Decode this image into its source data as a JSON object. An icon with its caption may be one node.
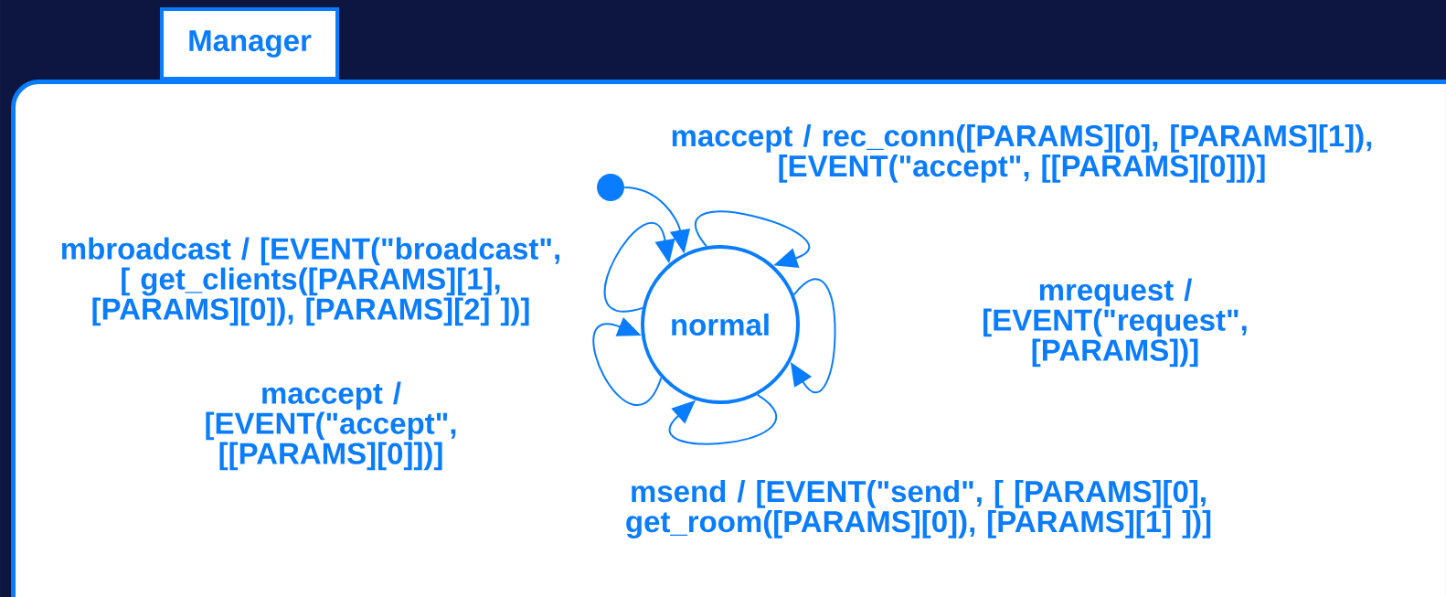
{
  "diagram": {
    "nodes": [
      {
        "text": [
          "Manager"
        ]
      },
      {
        "text": [],
        "shape": "circle",
        "in": 0
      },
      {
        "text": [
          "normal"
        ],
        "in": 0
      }
    ],
    "edges": [
      {
        "from": 1,
        "to": 2,
        "arrow": "to"
      },
      {
        "from": 2,
        "to": 2,
        "arrow": "to",
        "label": "maccept / rec_conn([PARAMS][0], [PARAMS][1]), [EVENT(\"accept\", [[PARAMS][0]])]"
      },
      {
        "from": 2,
        "to": 2,
        "arrow": "to",
        "label": "mrequest / [EVENT(\"request\", [PARAMS])]"
      },
      {
        "from": 2,
        "to": 2,
        "arrow": "to",
        "label": "msend / [EVENT(\"send\", [ [PARAMS][0], get_room([PARAMS][0]), [PARAMS][1] ])]"
      },
      {
        "from": 2,
        "to": 2,
        "arrow": "to",
        "label": "maccept / [EVENT(\"accept\", [[PARAMS][0]])]"
      },
      {
        "from": 2,
        "to": 2,
        "arrow": "to",
        "label": "mbroadcast / [EVENT(\"broadcast\", [ get_clients([PARAMS][1], [PARAMS][0]), [PARAMS][2] ])]"
      }
    ]
  }
}
